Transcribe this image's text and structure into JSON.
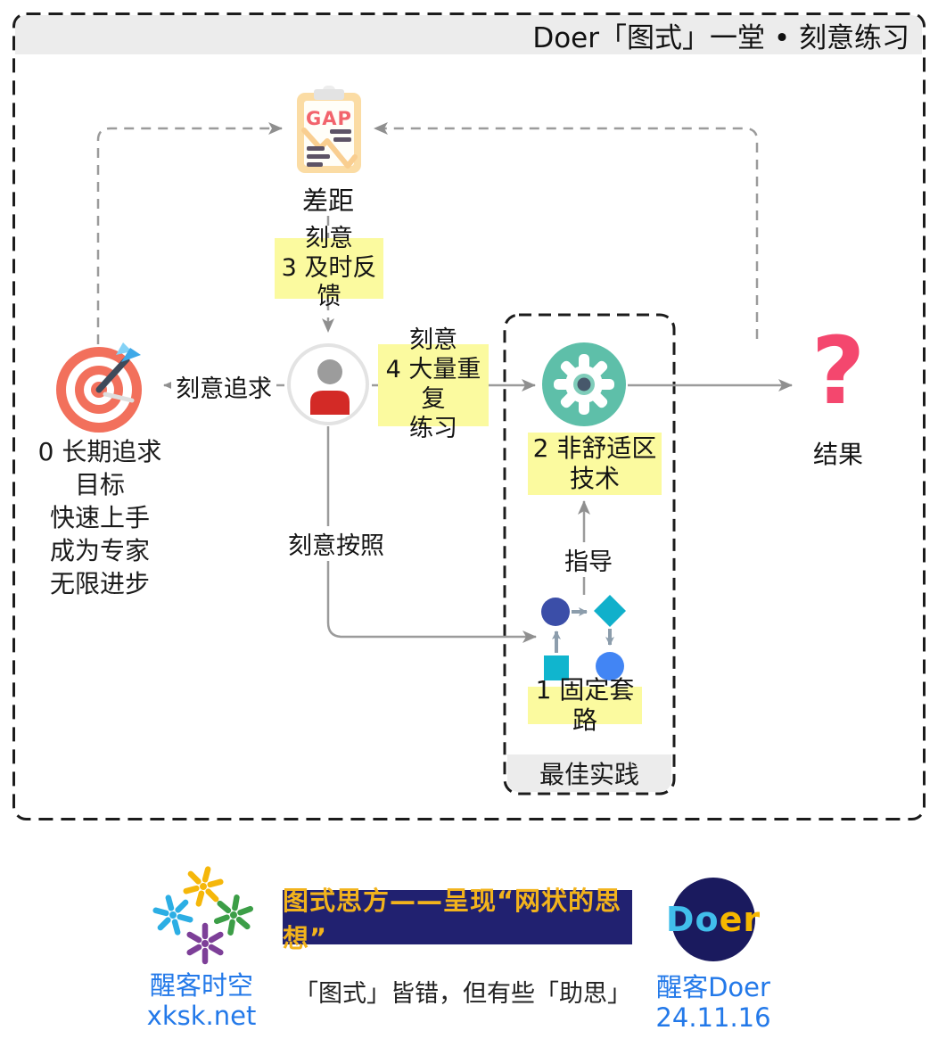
{
  "title": "Doer「图式」一堂 • 刻意练习",
  "gap": {
    "icon_label": "GAP",
    "label": "差距"
  },
  "feedback_box": {
    "lines": [
      "刻意",
      "3 及时反馈"
    ]
  },
  "pursue_label": "刻意追求",
  "goal": {
    "lines": [
      "0 长期追求",
      "目标",
      "快速上手",
      "成为专家",
      "无限进步"
    ]
  },
  "repeat_box": {
    "lines": [
      "刻意",
      "4 大量重复",
      "练习"
    ]
  },
  "follow_label": "刻意按照",
  "comfort_box": {
    "lines": [
      "2 非舒适区",
      "技术"
    ]
  },
  "guide_label": "指导",
  "routine_box_label": "1 固定套路",
  "best_practice_label": "最佳实践",
  "result": {
    "symbol": "?",
    "label": "结果"
  },
  "footer": {
    "xksk_name": "醒客时空",
    "xksk_site": "xksk.net",
    "banner_text": "图式思方——呈现“网状的思想”",
    "caption": "「图式」皆错，但有些「助思」",
    "doer_do": "Do",
    "doer_er": "er",
    "doer_name": "醒客Doer",
    "doer_date": "24.11.16"
  },
  "colors": {
    "highlight_yellow": "#FBFA9F",
    "strip_gray": "#ECECEC",
    "banner_navy": "#212170",
    "banner_gold": "#F2B31C",
    "link_blue": "#2379E9",
    "target_red": "#F2705C",
    "gear_teal": "#5EBFA9",
    "result_pink": "#F4476E",
    "person_red": "#D32A26"
  }
}
